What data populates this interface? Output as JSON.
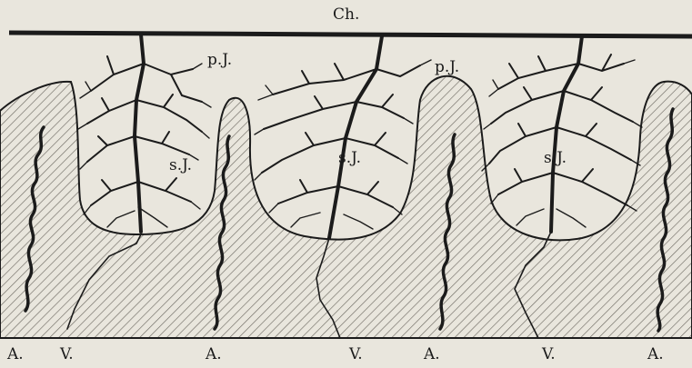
{
  "figure": {
    "labels": {
      "chorion": "Ch.",
      "primary_villus_left": "p.J.",
      "primary_villus_right": "p.J.",
      "secondary_villus_1": "s.J.",
      "secondary_villus_2": "s.J.",
      "secondary_villus_3": "s.J.",
      "bottom": [
        "A.",
        "V.",
        "A.",
        "V.",
        "A.",
        "V.",
        "A."
      ]
    },
    "colors": {
      "paper": "#e9e6dd",
      "ink": "#1b1b1b",
      "hatch": "#6f6b63"
    }
  }
}
